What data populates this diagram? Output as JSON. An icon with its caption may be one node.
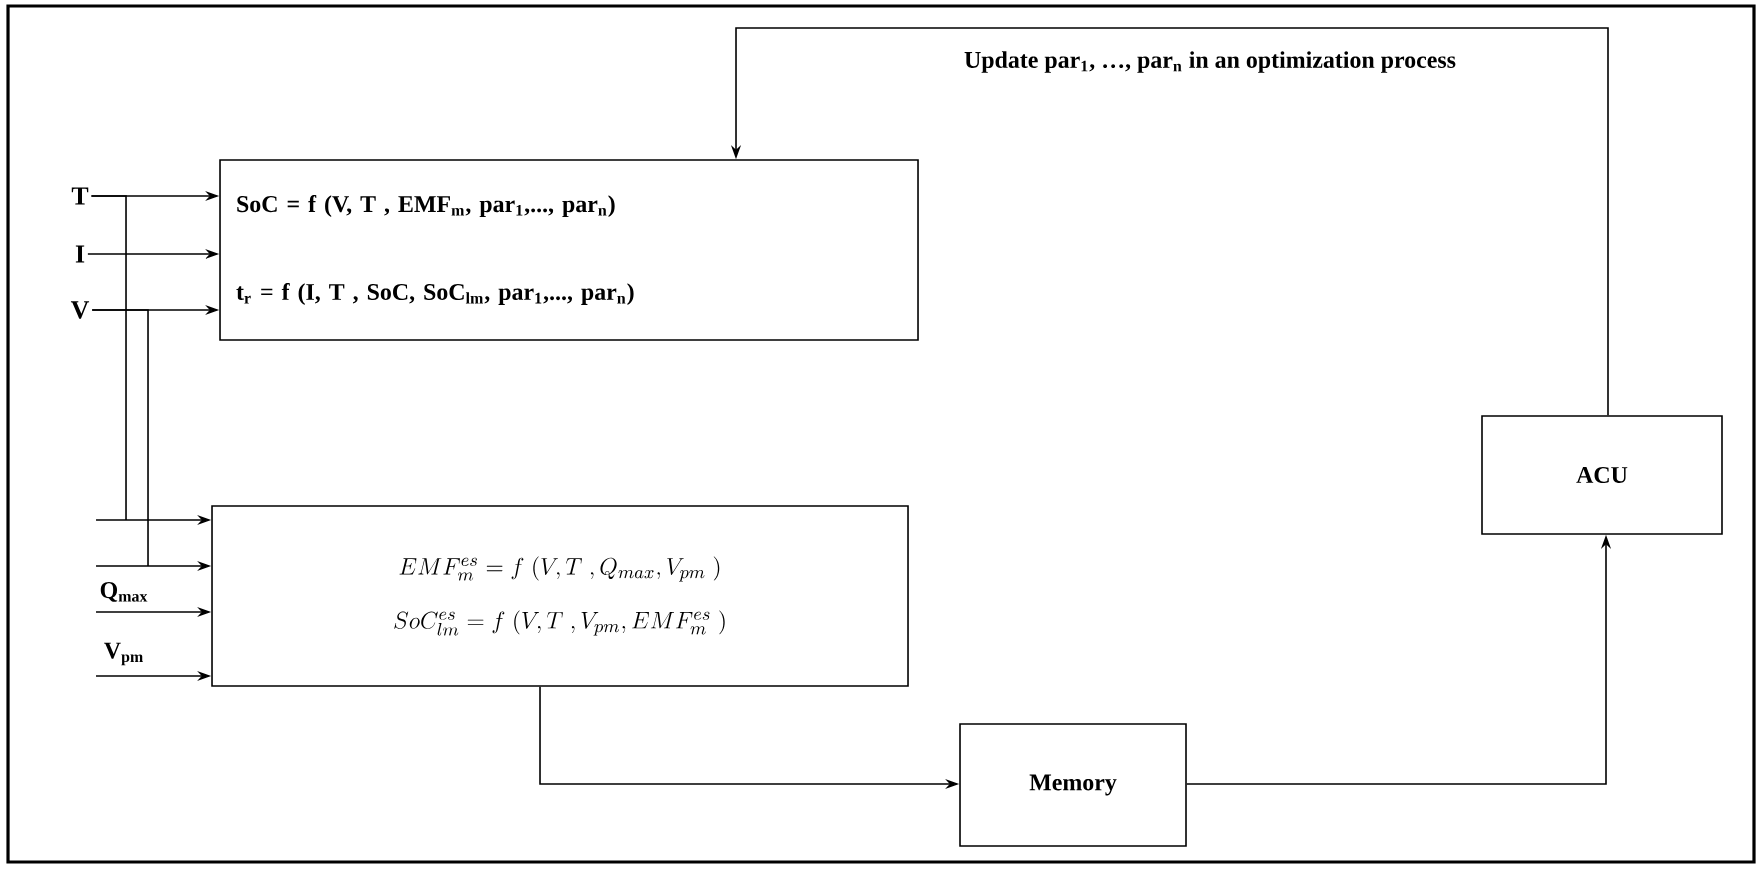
{
  "diagram": {
    "nodes": [
      {
        "text": [
          "SoC = f (V, T , EMF$_{m}$, par$_{1}$,..., par$_{n}$)",
          "t$_{r}$ = f (I, T , SoC, SoC$_{lm}$, par$_{1}$,..., par$_{n}$)"
        ]
      },
      {
        "text": [
          "EMF_m^{es} = f\\ (V,T\\ ,Q_{max},V_{pm}\\ )",
          "SoC_{lm}^{es} = f\\ (V,T\\ ,V_{pm},EMF_m^{es}\\ )"
        ]
      },
      {
        "text": [
          "Memory"
        ]
      },
      {
        "text": [
          "ACU"
        ]
      },
      {
        "text": [
          "T"
        ]
      },
      {
        "text": [
          "I"
        ]
      },
      {
        "text": [
          "V"
        ]
      }
    ],
    "edges": [
      {
        "from": 4,
        "to": 0,
        "arrow": "to"
      },
      {
        "from": 5,
        "to": 0,
        "arrow": "to"
      },
      {
        "from": 6,
        "to": 0,
        "arrow": "to"
      },
      {
        "from": 4,
        "to": 1,
        "arrow": "to"
      },
      {
        "from": 6,
        "to": 1,
        "arrow": "to"
      },
      {
        "from": null,
        "to": 1,
        "arrow": "to",
        "label": "Q$_{max}$"
      },
      {
        "from": null,
        "to": 1,
        "arrow": "to",
        "label": "V$_{pm}$"
      },
      {
        "from": 1,
        "to": 2,
        "arrow": "to"
      },
      {
        "from": 2,
        "to": 3,
        "arrow": "to"
      },
      {
        "from": 3,
        "to": 0,
        "arrow": "to",
        "label": "Update par$_{1}$, …, par$_{n}$ in an optimization process"
      }
    ]
  }
}
